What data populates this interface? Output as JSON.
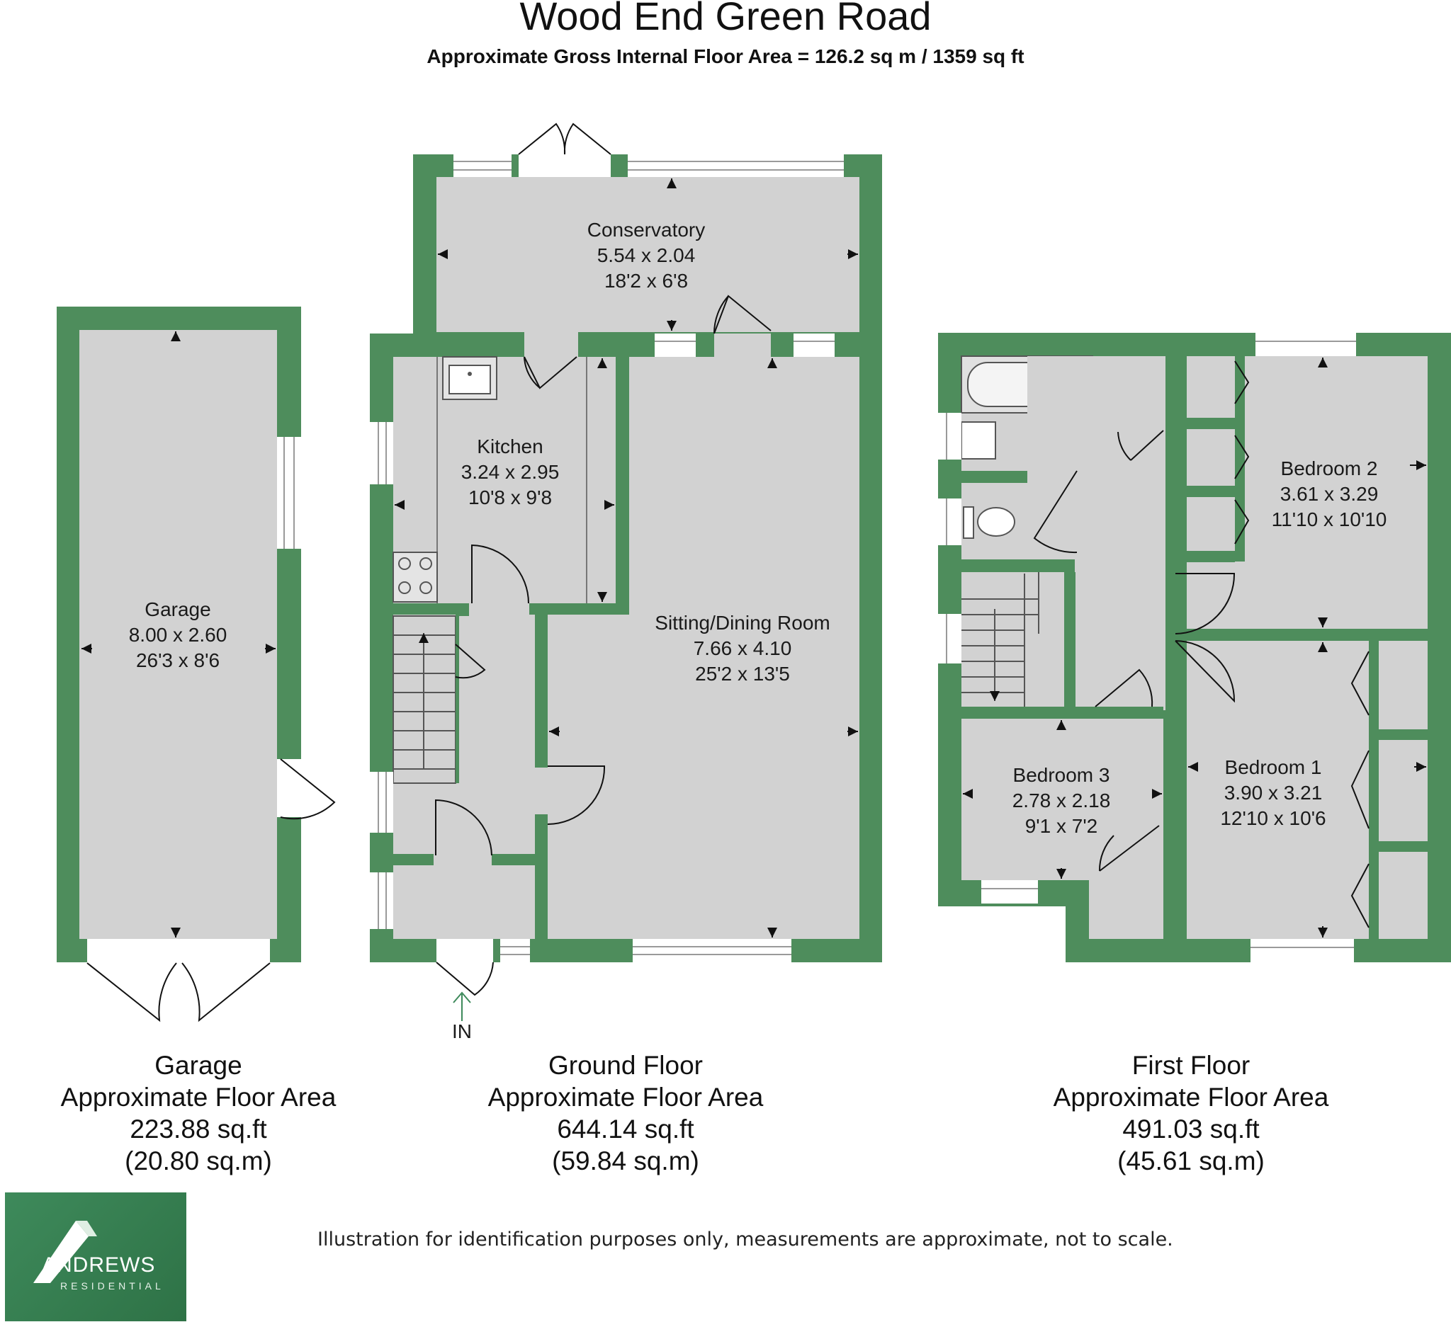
{
  "title": "Wood End Green Road",
  "subtitle": "Approximate Gross Internal Floor Area = 126.2 sq m / 1359 sq ft",
  "colors": {
    "wall": "#4e8d5c",
    "floor": "#d2d2d2",
    "background": "#ffffff",
    "logo": "#3a8055"
  },
  "rooms": {
    "conservatory": {
      "name": "Conservatory",
      "metric": "5.54 x 2.04",
      "imperial": "18'2 x 6'8"
    },
    "kitchen": {
      "name": "Kitchen",
      "metric": "3.24 x 2.95",
      "imperial": "10'8 x 9'8"
    },
    "sitting": {
      "name": "Sitting/Dining Room",
      "metric": "7.66 x 4.10",
      "imperial": "25'2 x 13'5"
    },
    "garage": {
      "name": "Garage",
      "metric": "8.00 x 2.60",
      "imperial": "26'3 x 8'6"
    },
    "bedroom2": {
      "name": "Bedroom 2",
      "metric": "3.61 x 3.29",
      "imperial": "11'10 x 10'10"
    },
    "bedroom1": {
      "name": "Bedroom 1",
      "metric": "3.90 x 3.21",
      "imperial": "12'10 x 10'6"
    },
    "bedroom3": {
      "name": "Bedroom 3",
      "metric": "2.78 x 2.18",
      "imperial": "9'1 x 7'2"
    }
  },
  "entrance_label": "IN",
  "captions": {
    "garage": {
      "name": "Garage",
      "label": "Approximate Floor Area",
      "sqft": "223.88 sq.ft",
      "sqm": "(20.80 sq.m)"
    },
    "ground": {
      "name": "Ground Floor",
      "label": "Approximate Floor Area",
      "sqft": "644.14 sq.ft",
      "sqm": "(59.84 sq.m)"
    },
    "first": {
      "name": "First Floor",
      "label": "Approximate Floor Area",
      "sqft": "491.03 sq.ft",
      "sqm": "(45.61 sq.m)"
    }
  },
  "disclaimer": "Illustration for identification purposes only, measurements are approximate, not to scale.",
  "logo": {
    "name": "ANDREWS",
    "sub": "RESIDENTIAL"
  }
}
